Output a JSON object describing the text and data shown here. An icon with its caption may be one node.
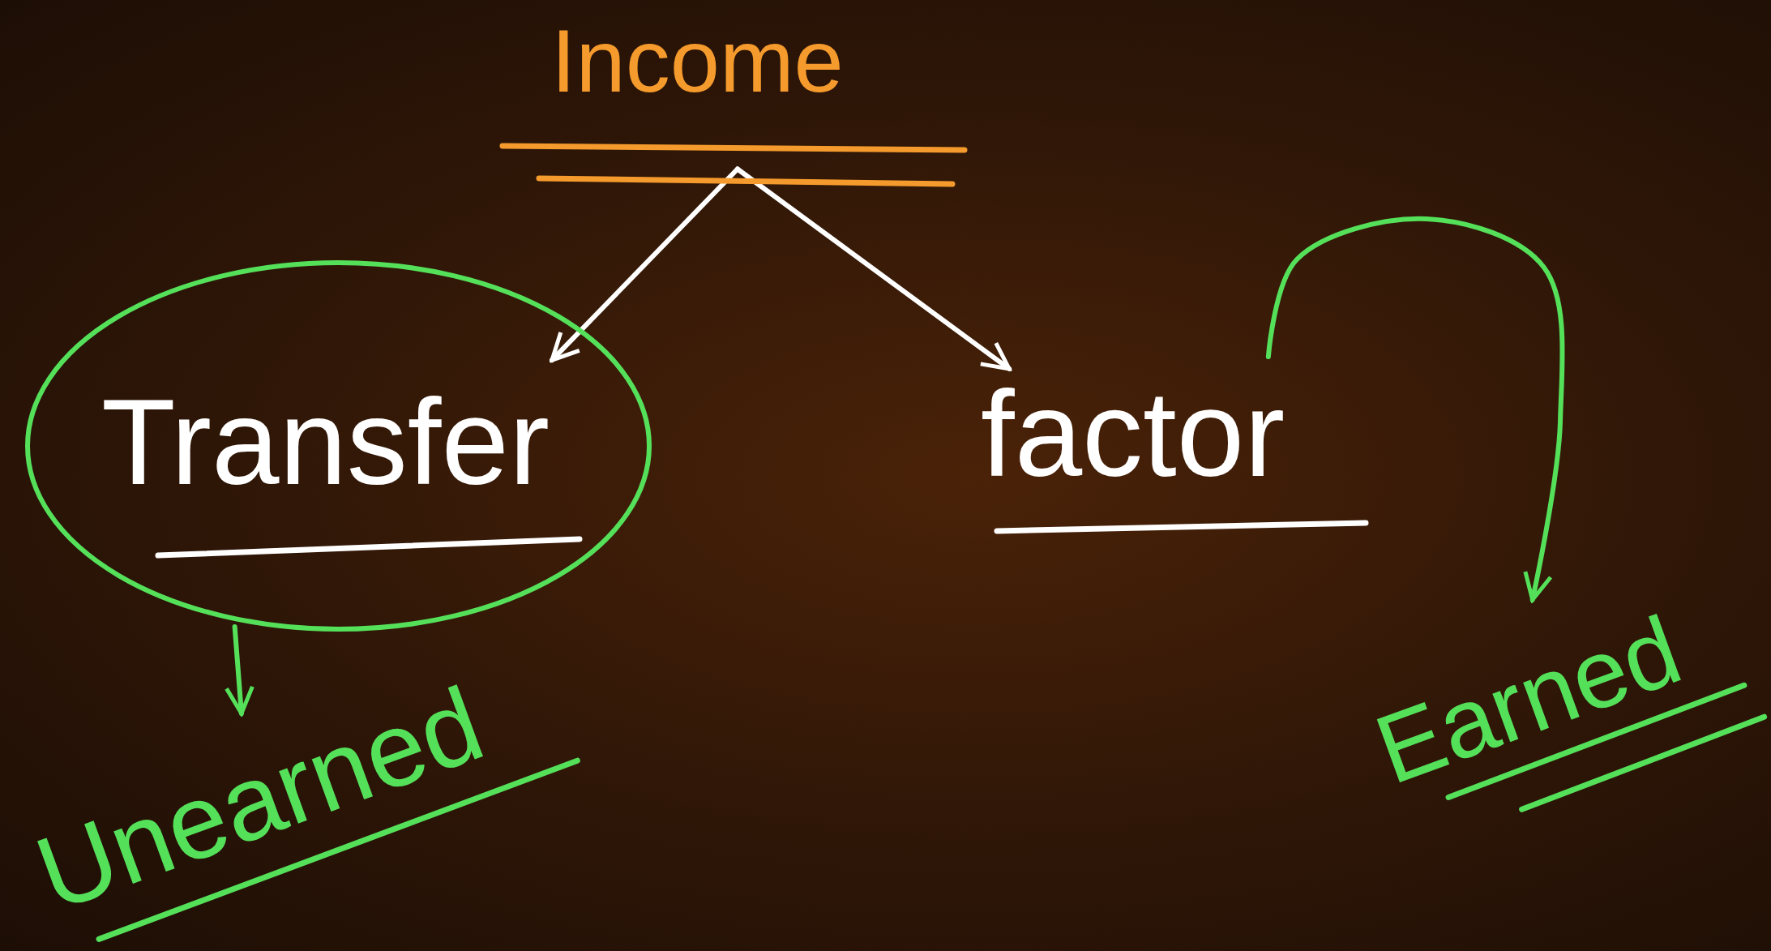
{
  "diagram": {
    "nodes": [
      {
        "text": [
          "Income"
        ]
      },
      {
        "text": [
          "Transfer"
        ]
      },
      {
        "text": [
          "factor"
        ]
      },
      {
        "text": [
          "Unearned"
        ]
      },
      {
        "text": [
          "Earned"
        ]
      }
    ],
    "edges": [
      {
        "from": 0,
        "to": 1,
        "arrow": "to"
      },
      {
        "from": 0,
        "to": 2,
        "arrow": "to"
      },
      {
        "from": 1,
        "to": 3,
        "arrow": "to",
        "color": "#55e05a"
      },
      {
        "from": 2,
        "to": 4,
        "arrow": "to",
        "color": "#55e05a"
      }
    ]
  }
}
